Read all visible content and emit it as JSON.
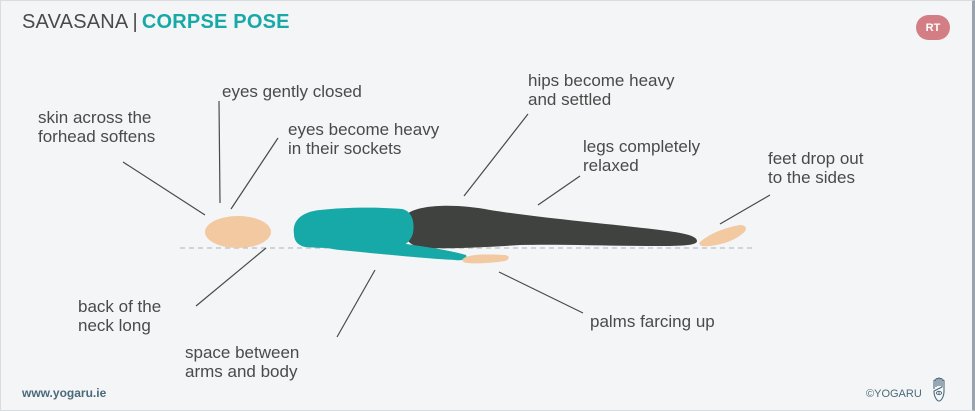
{
  "header": {
    "title_part1": "SAVASANA",
    "separator": "|",
    "title_part2": "CORPSE POSE",
    "badge": "RT"
  },
  "labels": {
    "skin": "skin across the\nforhead softens",
    "eyes_closed": "eyes gently closed",
    "eyes_heavy": "eyes become heavy\nin their sockets",
    "hips": "hips become heavy\nand settled",
    "legs": "legs completely\nrelaxed",
    "feet": "feet drop out\nto the sides",
    "neck": "back of the\nneck long",
    "space": "space between\narms and body",
    "palms": "palms farcing up"
  },
  "footer": {
    "website": "www.yogaru.ie",
    "copyright": "©YOGARU"
  },
  "colors": {
    "accent_teal": "#17a9a8",
    "skin": "#f2c9a0",
    "legs": "#3f423f",
    "badge": "#d37e84",
    "text": "#4a4a4a"
  },
  "icons": {
    "hamsa": "hamsa-hand-icon"
  }
}
